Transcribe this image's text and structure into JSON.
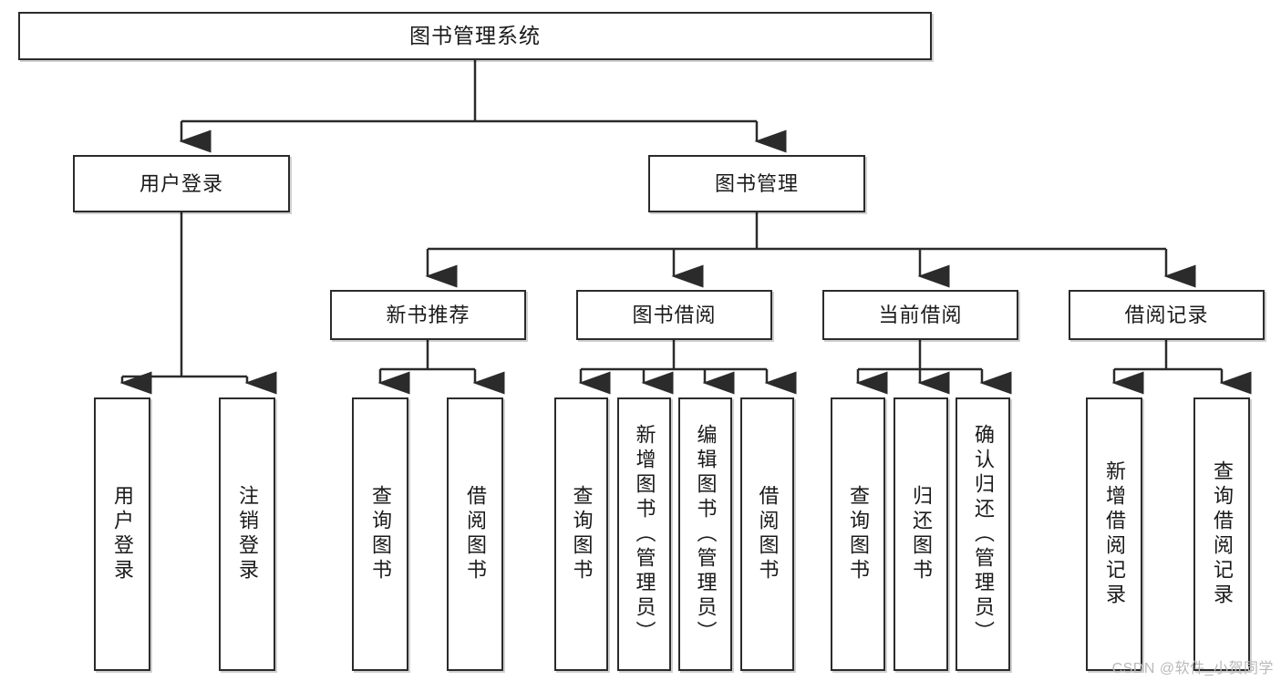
{
  "diagram": {
    "type": "tree",
    "title": "图书管理系统",
    "root": {
      "id": "root",
      "label": "图书管理系统"
    },
    "level2": [
      {
        "id": "user-login",
        "label": "用户登录"
      },
      {
        "id": "book-manage",
        "label": "图书管理"
      }
    ],
    "level3": [
      {
        "id": "new-book-recommend",
        "label": "新书推荐",
        "parent": "book-manage"
      },
      {
        "id": "book-borrow",
        "label": "图书借阅",
        "parent": "book-manage"
      },
      {
        "id": "current-borrow",
        "label": "当前借阅",
        "parent": "book-manage"
      },
      {
        "id": "borrow-record",
        "label": "借阅记录",
        "parent": "book-manage"
      }
    ],
    "leaves": [
      {
        "id": "leaf-user-login",
        "label": "用户登录",
        "parent": "user-login"
      },
      {
        "id": "leaf-logout",
        "label": "注销登录",
        "parent": "user-login"
      },
      {
        "id": "leaf-query-book-1",
        "label": "查询图书",
        "parent": "new-book-recommend"
      },
      {
        "id": "leaf-borrow-book-1",
        "label": "借阅图书",
        "parent": "new-book-recommend"
      },
      {
        "id": "leaf-query-book-2",
        "label": "查询图书",
        "parent": "book-borrow"
      },
      {
        "id": "leaf-add-book",
        "label": "新增图书（管理员）",
        "parent": "book-borrow"
      },
      {
        "id": "leaf-edit-book",
        "label": "编辑图书（管理员）",
        "parent": "book-borrow"
      },
      {
        "id": "leaf-borrow-book-2",
        "label": "借阅图书",
        "parent": "book-borrow"
      },
      {
        "id": "leaf-query-book-3",
        "label": "查询图书",
        "parent": "current-borrow"
      },
      {
        "id": "leaf-return-book",
        "label": "归还图书",
        "parent": "current-borrow"
      },
      {
        "id": "leaf-confirm-return",
        "label": "确认归还（管理员）",
        "parent": "current-borrow"
      },
      {
        "id": "leaf-add-record",
        "label": "新增借阅记录",
        "parent": "borrow-record"
      },
      {
        "id": "leaf-query-record",
        "label": "查询借阅记录",
        "parent": "borrow-record"
      }
    ],
    "colors": {
      "stroke": "#2b2b2b",
      "fill": "#ffffff",
      "text": "#1a1a1a",
      "watermark": "#b9b9b9"
    }
  },
  "watermark": {
    "text": "CSDN @软件_小贺同学"
  }
}
